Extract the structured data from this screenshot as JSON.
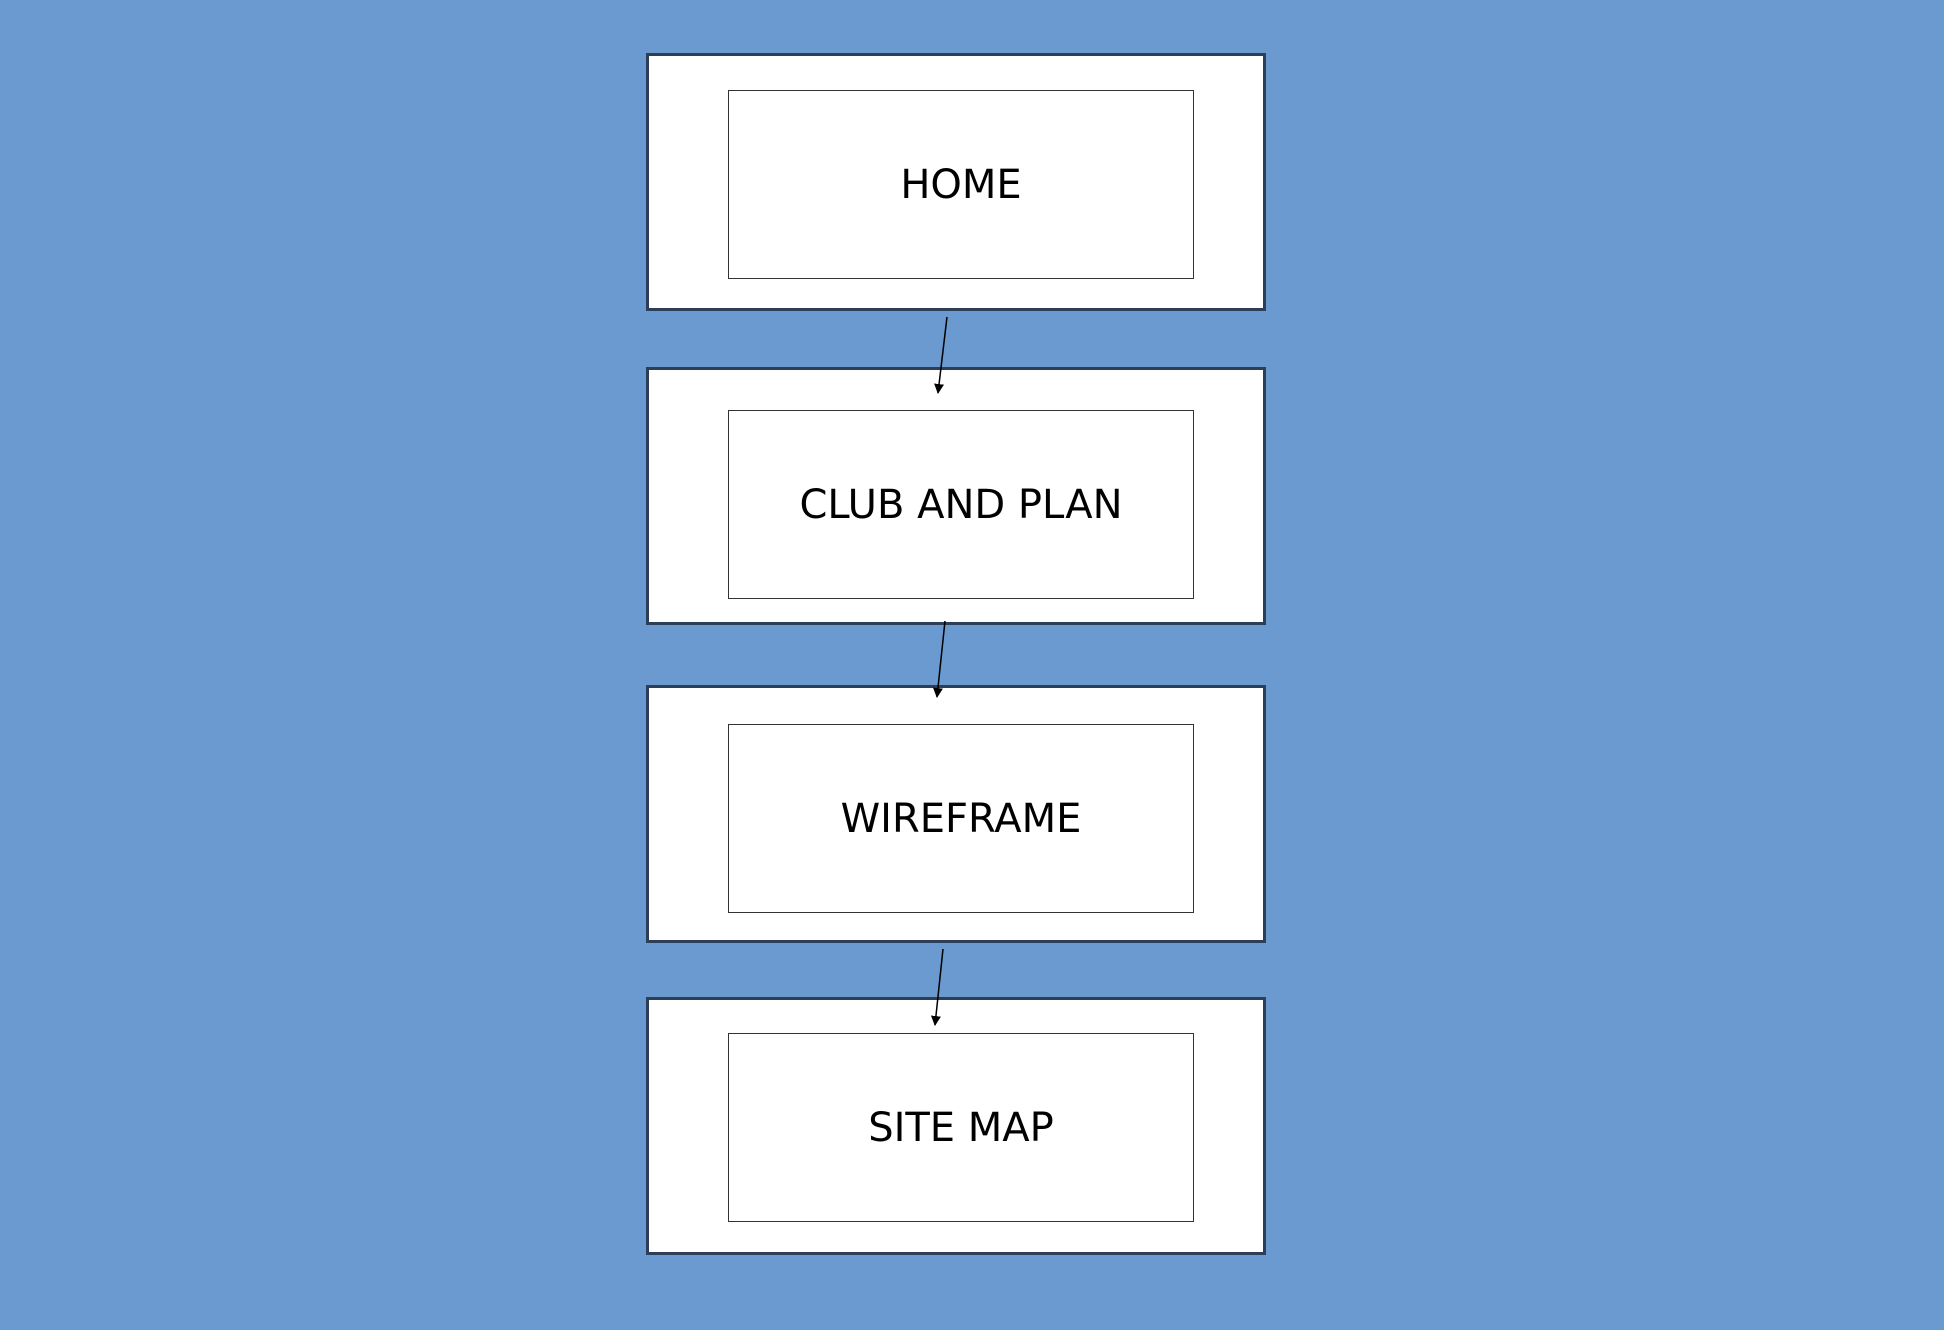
{
  "diagram": {
    "background_color": "#6b9ad0",
    "nodes": [
      {
        "id": "home",
        "label": "HOME"
      },
      {
        "id": "club-and-plan",
        "label": "CLUB AND PLAN"
      },
      {
        "id": "wireframe",
        "label": "WIREFRAME"
      },
      {
        "id": "site-map",
        "label": "SITE MAP"
      }
    ],
    "edges": [
      {
        "from": "home",
        "to": "club-and-plan"
      },
      {
        "from": "club-and-plan",
        "to": "wireframe"
      },
      {
        "from": "wireframe",
        "to": "site-map"
      }
    ]
  }
}
